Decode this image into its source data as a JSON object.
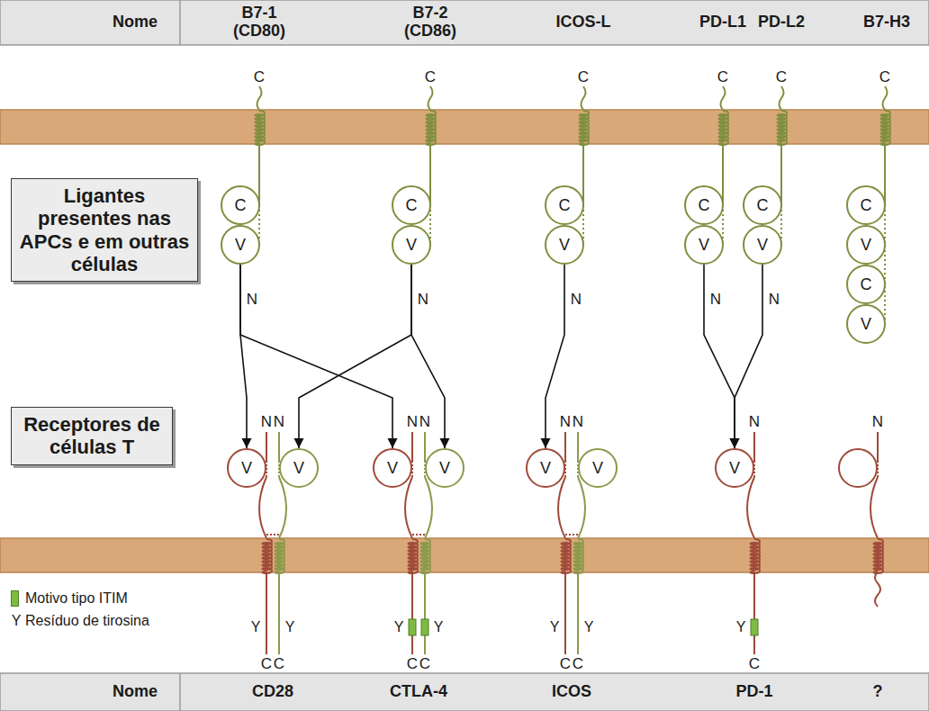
{
  "diagram": {
    "nodes": [
      {
        "text": [
          "Ligantes presentes nas APCs e em outras células"
        ]
      },
      {
        "text": [
          "C"
        ]
      },
      {
        "text": [
          "V"
        ]
      },
      {
        "text": [
          "C"
        ]
      },
      {
        "text": [
          "V"
        ]
      },
      {
        "text": [
          "C"
        ]
      },
      {
        "text": [
          "V"
        ]
      },
      {
        "text": [
          "C"
        ]
      },
      {
        "text": [
          "V"
        ]
      },
      {
        "text": [
          "C"
        ]
      },
      {
        "text": [
          "V"
        ]
      },
      {
        "text": [
          "C"
        ]
      },
      {
        "text": [
          "V"
        ]
      },
      {
        "text": [
          "C"
        ]
      },
      {
        "text": [
          "V"
        ]
      },
      {
        "text": [
          "Receptores de células T"
        ]
      },
      {
        "text": [
          "V"
        ]
      },
      {
        "text": [
          "V"
        ]
      },
      {
        "text": [
          "V"
        ]
      },
      {
        "text": [
          "V"
        ]
      },
      {
        "text": [
          "V"
        ]
      },
      {
        "text": [
          "V"
        ]
      },
      {
        "text": [
          "V"
        ]
      }
    ],
    "edges": [
      {
        "from": 2,
        "to": 16,
        "arrow": "to"
      },
      {
        "from": 2,
        "to": 18,
        "arrow": "to"
      },
      {
        "from": 4,
        "to": 17,
        "arrow": "to"
      },
      {
        "from": 4,
        "to": 19,
        "arrow": "to"
      },
      {
        "from": 6,
        "to": 20,
        "arrow": "to"
      },
      {
        "from": 8,
        "to": 22,
        "arrow": "to"
      },
      {
        "from": 10,
        "to": 22,
        "arrow": "to"
      }
    ],
    "labels": [
      "Nome",
      "B7-1 (CD80)",
      "B7-2 (CD86)",
      "ICOS-L",
      "PD-L1",
      "PD-L2",
      "B7-H3",
      "C",
      "C",
      "C",
      "C",
      "C",
      "C",
      "N",
      "N",
      "N",
      "N",
      "N",
      "N",
      "N",
      "N",
      "N",
      "N",
      "N",
      "N",
      "N",
      "Y",
      "Y",
      "Y",
      "Y",
      "Y",
      "Y",
      "Y",
      "C",
      "C",
      "C",
      "C",
      "C",
      "C",
      "C",
      "Y",
      "Nome",
      "CD28",
      "CTLA-4",
      "ICOS",
      "PD-1",
      "?"
    ],
    "legend": [
      {
        "text": "Motivo tipo ITIM",
        "color": "#7dbb42"
      },
      {
        "text": "Resíduo de tirosina"
      }
    ]
  }
}
